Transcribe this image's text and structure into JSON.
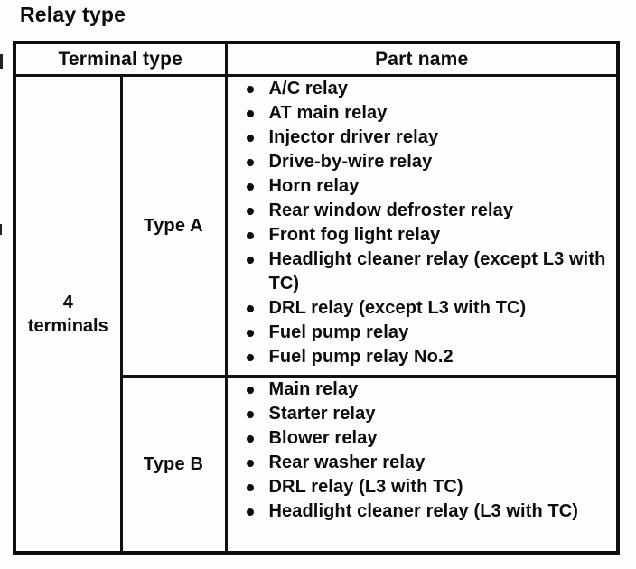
{
  "page_title": "Relay type",
  "table": {
    "headers": {
      "terminal_type": "Terminal type",
      "part_name": "Part name"
    },
    "terminal_group": {
      "line1": "4",
      "line2": "terminals"
    },
    "rows": [
      {
        "type_label": "Type A",
        "parts": [
          "A/C relay",
          "AT main relay",
          "Injector driver relay",
          "Drive-by-wire relay",
          "Horn relay",
          "Rear window defroster relay",
          "Front fog light relay",
          "Headlight cleaner relay (except L3 with TC)",
          "DRL relay (except L3 with TC)",
          "Fuel pump relay",
          "Fuel pump relay No.2"
        ]
      },
      {
        "type_label": "Type B",
        "parts": [
          "Main relay",
          "Starter relay",
          "Blower relay",
          "Rear washer relay",
          "DRL relay (L3 with TC)",
          "Headlight cleaner relay (L3 with TC)"
        ]
      }
    ]
  },
  "colors": {
    "ink": "#0c0c0c",
    "paper": "#fdfdfd"
  }
}
